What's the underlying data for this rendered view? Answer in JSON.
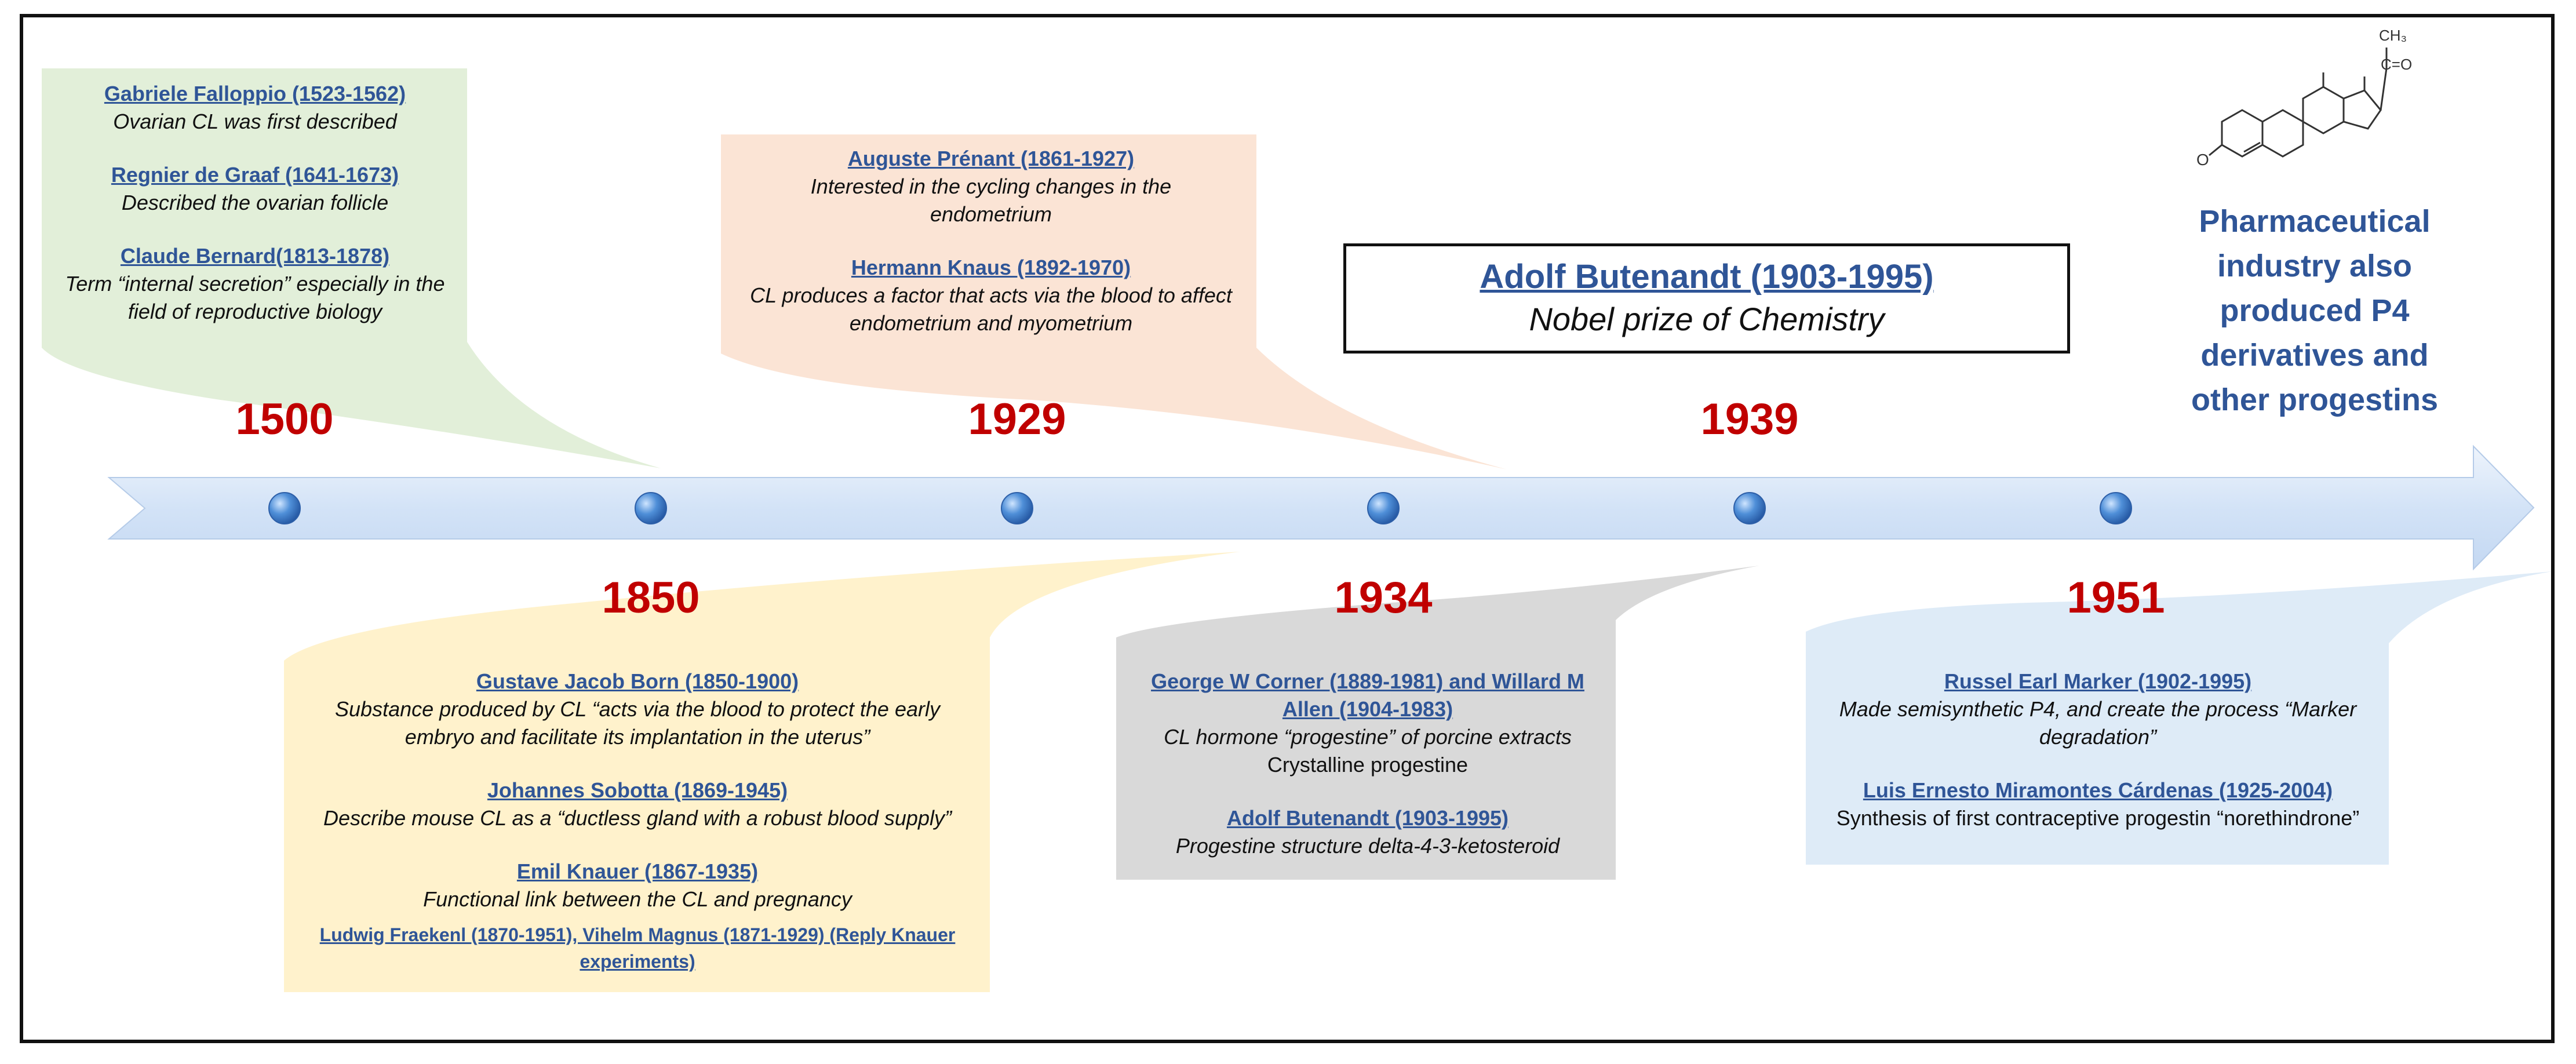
{
  "years": [
    "1500",
    "1850",
    "1929",
    "1934",
    "1939",
    "1951"
  ],
  "box_1500": {
    "e1_name": "Gabriele Falloppio (1523-1562)",
    "e1_desc": "Ovarian CL was first described",
    "e2_name": "Regnier de Graaf (1641-1673)",
    "e2_desc": "Described the ovarian follicle",
    "e3_name": "Claude Bernard(1813-1878)",
    "e3_desc": "Term “internal secretion” especially in the field of reproductive biology"
  },
  "box_1929": {
    "e1_name": "Auguste Prénant (1861-1927)",
    "e1_desc": "Interested in the cycling changes in the endometrium",
    "e2_name": "Hermann Knaus (1892-1970)",
    "e2_desc": "CL produces a factor that acts via the blood to affect endometrium and myometrium"
  },
  "box_1939": {
    "name": "Adolf Butenandt (1903-1995)",
    "desc": "Nobel prize of Chemistry"
  },
  "pharma_text": "Pharmaceutical industry also produced P4 derivatives and other progestins",
  "box_1850": {
    "e1_name": "Gustave Jacob Born (1850-1900)",
    "e1_desc": "Substance produced by CL “acts via the blood to protect the early embryo and facilitate its implantation in the uterus”",
    "e2_name": "Johannes Sobotta (1869-1945)",
    "e2_desc": "Describe mouse CL as a “ductless gland with a robust blood supply”",
    "e3_name": "Emil Knauer (1867-1935)",
    "e3_desc": "Functional link between the CL and pregnancy",
    "e4_name": "Ludwig Fraekenl (1870-1951), Vihelm Magnus (1871-1929) (Reply Knauer experiments)"
  },
  "box_1934": {
    "e1_name": "George W Corner (1889-1981) and Willard M Allen (1904-1983)",
    "e1_desc1": "CL hormone “progestine” of porcine extracts",
    "e1_desc2": "Crystalline progestine",
    "e2_name": "Adolf Butenandt (1903-1995)",
    "e2_desc": "Progestine structure delta-4-3-ketosteroid"
  },
  "box_1951": {
    "e1_name": "Russel Earl Marker (1902-1995)",
    "e1_desc": "Made semisynthetic P4, and create the process “Marker degradation”",
    "e2_name": "Luis Ernesto Miramontes Cárdenas (1925-2004)",
    "e2_desc": "Synthesis of first contraceptive progestin “norethindrone”"
  },
  "molecule": {
    "label_methyl": "CH₃",
    "label_ketone": "C=O",
    "label_oxo": "O"
  },
  "colors": {
    "green": "#e2efd9",
    "orange": "#fbe4d5",
    "yellow": "#fff2cc",
    "gray": "#d9d9d9",
    "blue": "#deebf7",
    "year_red": "#c00000",
    "name_blue": "#2f5597",
    "arrow": "#dae8fa"
  }
}
